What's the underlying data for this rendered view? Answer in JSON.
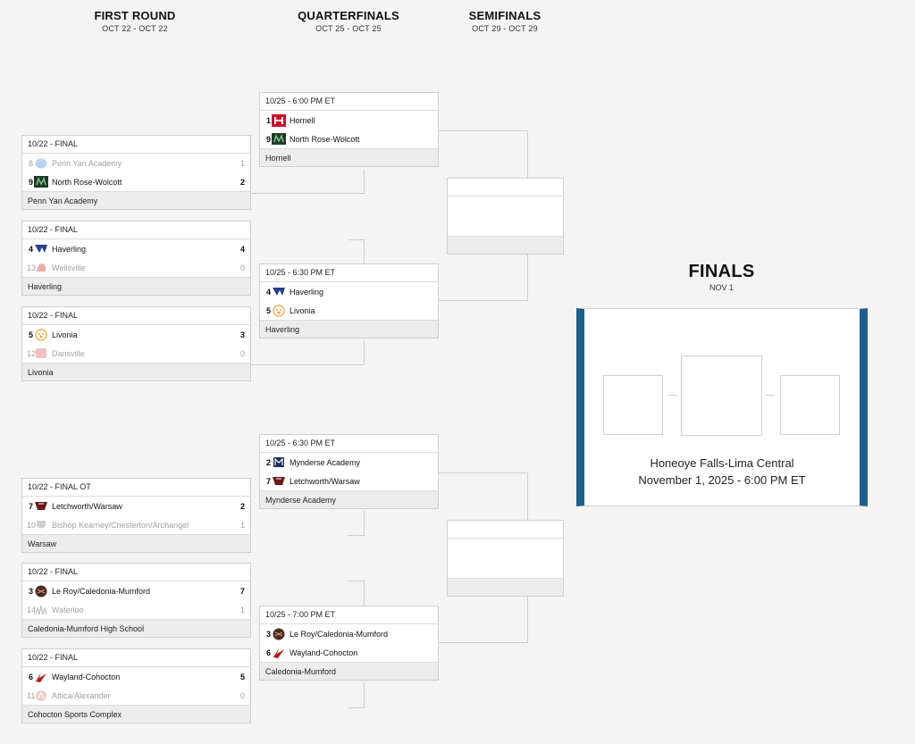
{
  "rounds": [
    {
      "name": "FIRST ROUND",
      "dates": "OCT 22 - OCT 22"
    },
    {
      "name": "QUARTERFINALS",
      "dates": "OCT 25 - OCT 25"
    },
    {
      "name": "SEMIFINALS",
      "dates": "OCT 29 - OCT 29"
    }
  ],
  "first_round": [
    {
      "header": "10/22 - FINAL",
      "footer": "Penn Yan Academy",
      "teams": [
        {
          "seed": "8",
          "name": "Penn Yan Academy",
          "score": "1",
          "loser": true,
          "logo": "penn-yan-logo-icon"
        },
        {
          "seed": "9",
          "name": "North Rose-Wolcott",
          "score": "2",
          "loser": false,
          "logo": "north-rose-wolcott-logo-icon"
        }
      ]
    },
    {
      "header": "10/22 - FINAL",
      "footer": "Haverling",
      "teams": [
        {
          "seed": "4",
          "name": "Haverling",
          "score": "4",
          "loser": false,
          "logo": "haverling-logo-icon"
        },
        {
          "seed": "13",
          "name": "Wellsville",
          "score": "0",
          "loser": true,
          "logo": "wellsville-logo-icon"
        }
      ]
    },
    {
      "header": "10/22 - FINAL",
      "footer": "Livonia",
      "teams": [
        {
          "seed": "5",
          "name": "Livonia",
          "score": "3",
          "loser": false,
          "logo": "livonia-logo-icon"
        },
        {
          "seed": "12",
          "name": "Dansville",
          "score": "0",
          "loser": true,
          "logo": "dansville-logo-icon"
        }
      ]
    },
    {
      "header": "10/22 - FINAL OT",
      "footer": "Warsaw",
      "teams": [
        {
          "seed": "7",
          "name": "Letchworth/Warsaw",
          "score": "2",
          "loser": false,
          "logo": "letchworth-warsaw-logo-icon"
        },
        {
          "seed": "10",
          "name": "Bishop Kearney/Chesterton/Archangel",
          "score": "1",
          "loser": true,
          "logo": "bishop-kearney-logo-icon"
        }
      ]
    },
    {
      "header": "10/22 - FINAL",
      "footer": "Caledonia-Mumford High School",
      "teams": [
        {
          "seed": "3",
          "name": "Le Roy/Caledonia-Mumford",
          "score": "7",
          "loser": false,
          "logo": "le-roy-logo-icon"
        },
        {
          "seed": "14",
          "name": "Waterloo",
          "score": "1",
          "loser": true,
          "logo": "waterloo-logo-icon"
        }
      ]
    },
    {
      "header": "10/22 - FINAL",
      "footer": "Cohocton Sports Complex",
      "teams": [
        {
          "seed": "6",
          "name": "Wayland-Cohocton",
          "score": "5",
          "loser": false,
          "logo": "wayland-cohocton-logo-icon"
        },
        {
          "seed": "11",
          "name": "Attica/Alexander",
          "score": "0",
          "loser": true,
          "logo": "attica-alexander-logo-icon"
        }
      ]
    }
  ],
  "quarterfinals": [
    {
      "header": "10/25 - 6:00 PM ET",
      "footer": "Hornell",
      "teams": [
        {
          "seed": "1",
          "name": "Hornell",
          "logo": "hornell-logo-icon"
        },
        {
          "seed": "9",
          "name": "North Rose-Wolcott",
          "logo": "north-rose-wolcott-logo-icon"
        }
      ]
    },
    {
      "header": "10/25 - 6:30 PM ET",
      "footer": "Haverling",
      "teams": [
        {
          "seed": "4",
          "name": "Haverling",
          "logo": "haverling-logo-icon"
        },
        {
          "seed": "5",
          "name": "Livonia",
          "logo": "livonia-logo-icon"
        }
      ]
    },
    {
      "header": "10/25 - 6:30 PM ET",
      "footer": "Mynderse Academy",
      "teams": [
        {
          "seed": "2",
          "name": "Mynderse Academy",
          "logo": "mynderse-logo-icon"
        },
        {
          "seed": "7",
          "name": "Letchworth/Warsaw",
          "logo": "letchworth-warsaw-logo-icon"
        }
      ]
    },
    {
      "header": "10/25 - 7:00 PM ET",
      "footer": "Caledonia-Mumford",
      "teams": [
        {
          "seed": "3",
          "name": "Le Roy/Caledonia-Mumford",
          "logo": "le-roy-logo-icon"
        },
        {
          "seed": "6",
          "name": "Wayland-Cohocton",
          "logo": "wayland-cohocton-logo-icon"
        }
      ]
    }
  ],
  "finals": {
    "title": "FINALS",
    "dates": "NOV 1",
    "venue": "Honeoye Falls-Lima Central",
    "datetime": "November 1, 2025 - 6:00 PM ET",
    "accent_color": "#1f5f8b"
  }
}
